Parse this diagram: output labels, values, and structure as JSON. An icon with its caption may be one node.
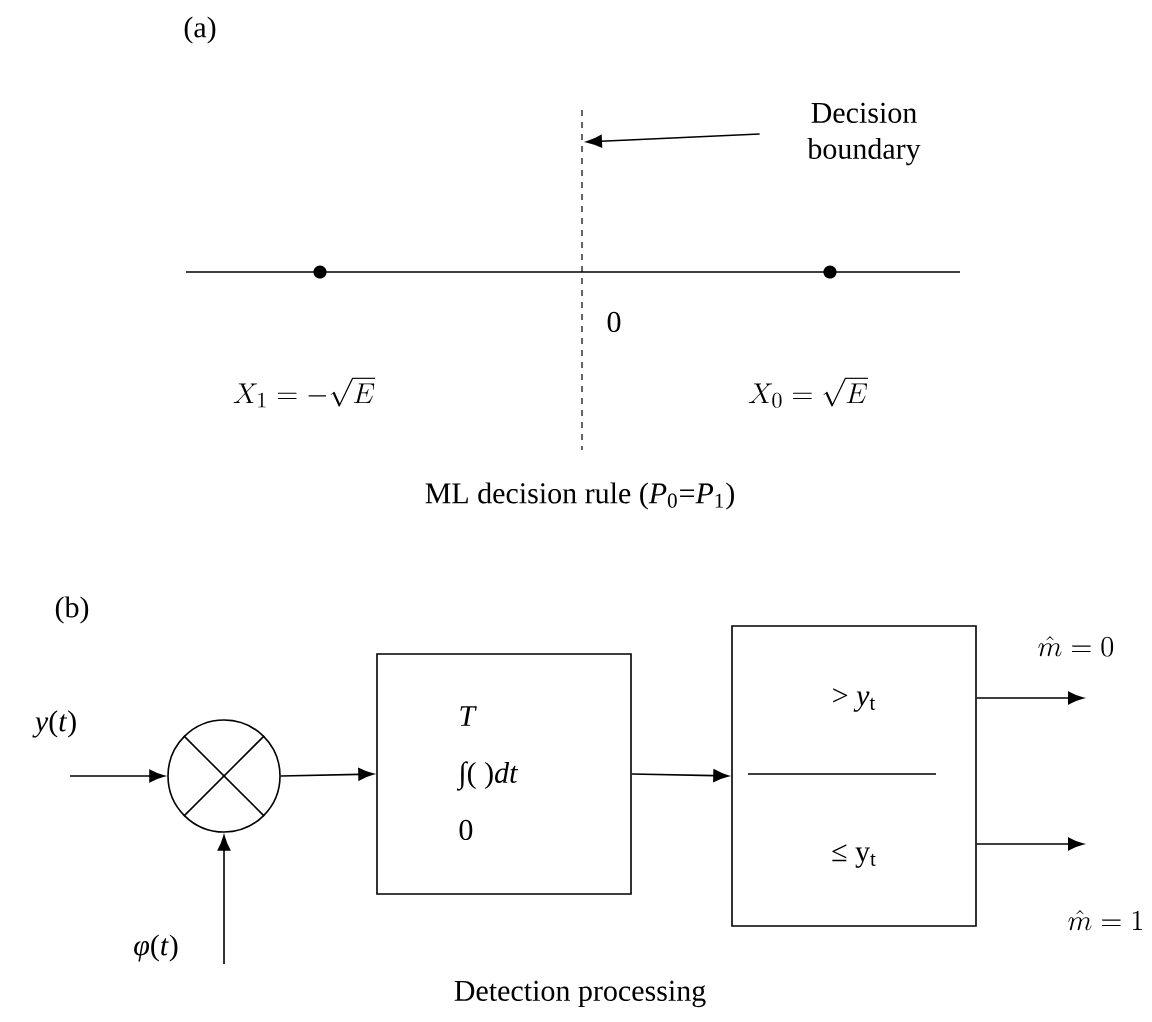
{
  "diagram": {
    "nodes": [
      {
        "text": [
          "Decision boundary"
        ]
      },
      {
        "text": [],
        "shape": "circle"
      },
      {
        "text": [
          "T",
          "∫( )*dt*",
          "0"
        ]
      },
      {
        "text": [
          "> *y*$_{t}$",
          "≤ y$_{t}$"
        ]
      }
    ],
    "edges": [
      {
        "from": 0,
        "to": null,
        "arrow": "to"
      },
      {
        "from": null,
        "to": 1,
        "arrow": "to",
        "label": "*y*(*t*)"
      },
      {
        "from": null,
        "to": 1,
        "arrow": "to",
        "label": "*φ*(*t*)"
      },
      {
        "from": 1,
        "to": 2,
        "arrow": "to"
      },
      {
        "from": 2,
        "to": 3,
        "arrow": "to"
      },
      {
        "from": 3,
        "to": null,
        "arrow": "to",
        "label": "\\hat{m} = 0"
      },
      {
        "from": 3,
        "to": null,
        "arrow": "to",
        "label": "\\hat{m} = 1"
      }
    ],
    "labels": [
      "(a)",
      "0",
      "X_1 = -\\sqrt{E}",
      "X_0 = \\sqrt{E}",
      "ML decision rule (*P*$_{0}$=*P*$_{1}$)",
      "(b)",
      "Detection processing"
    ]
  }
}
